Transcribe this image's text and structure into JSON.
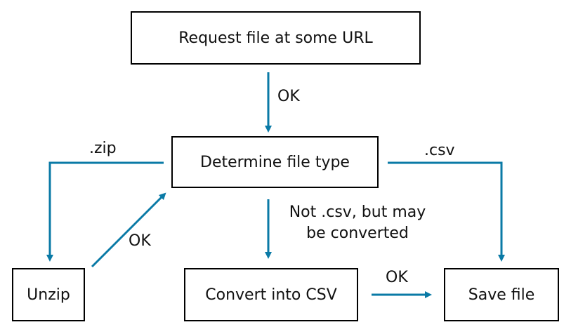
{
  "colors": {
    "arrow": "#0a7aa6",
    "box_border": "#000000",
    "text": "#111111"
  },
  "nodes": {
    "request": "Request file at some URL",
    "determine": "Determine file type",
    "unzip": "Unzip",
    "convert": "Convert into CSV",
    "save": "Save file"
  },
  "edges": {
    "request_to_determine": "OK",
    "determine_to_unzip": ".zip",
    "determine_to_save": ".csv",
    "unzip_to_determine": "OK",
    "determine_to_convert_line1": "Not .csv, but may",
    "determine_to_convert_line2": "be converted",
    "convert_to_save": "OK"
  }
}
